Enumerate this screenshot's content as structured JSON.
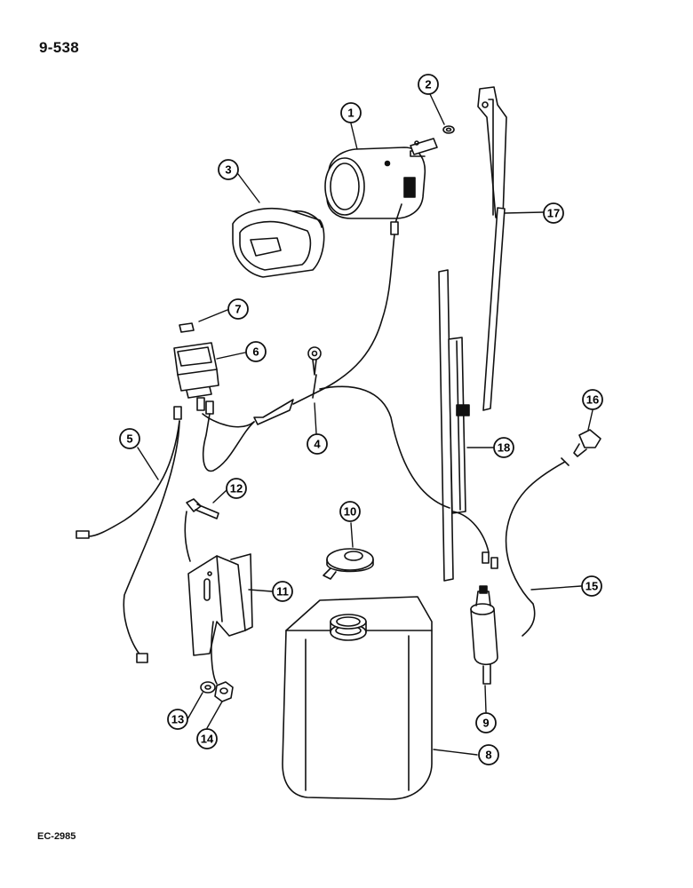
{
  "header": {
    "page_number": "9-538"
  },
  "footer": {
    "figure_code": "EC-2985"
  },
  "callouts": [
    {
      "id": "1",
      "label": "1"
    },
    {
      "id": "2",
      "label": "2"
    },
    {
      "id": "3",
      "label": "3"
    },
    {
      "id": "4",
      "label": "4"
    },
    {
      "id": "5",
      "label": "5"
    },
    {
      "id": "6",
      "label": "6"
    },
    {
      "id": "7",
      "label": "7"
    },
    {
      "id": "8",
      "label": "8"
    },
    {
      "id": "9",
      "label": "9"
    },
    {
      "id": "10",
      "label": "10"
    },
    {
      "id": "11",
      "label": "11"
    },
    {
      "id": "12",
      "label": "12"
    },
    {
      "id": "13",
      "label": "13"
    },
    {
      "id": "14",
      "label": "14"
    },
    {
      "id": "15",
      "label": "15"
    },
    {
      "id": "16",
      "label": "16"
    },
    {
      "id": "17",
      "label": "17"
    },
    {
      "id": "18",
      "label": "18"
    }
  ]
}
